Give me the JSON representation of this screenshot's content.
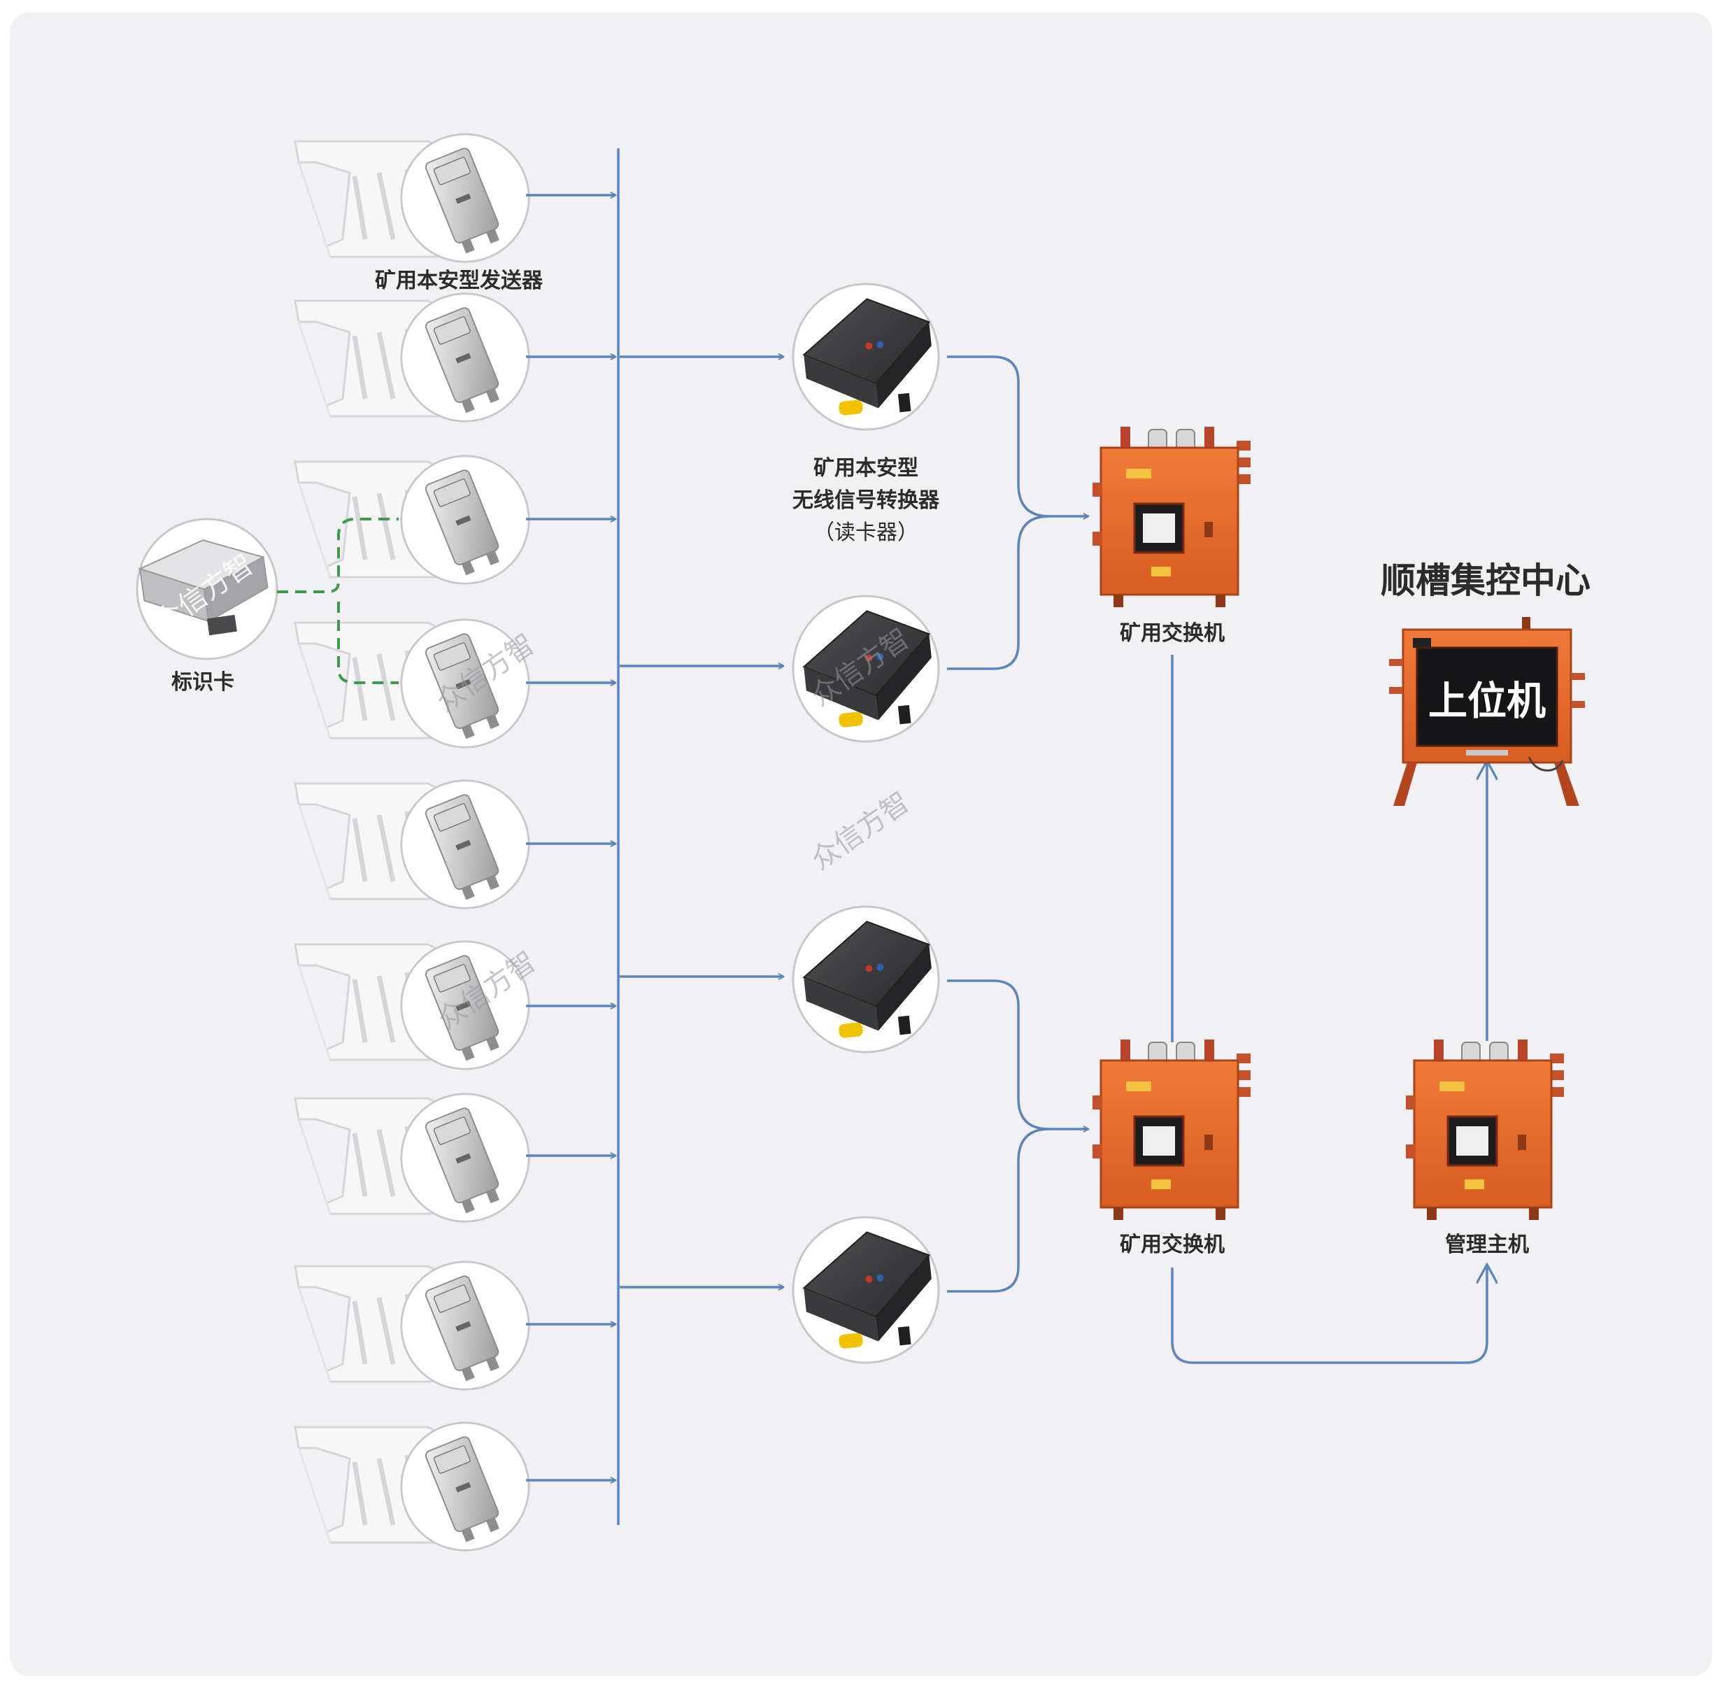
{
  "labels": {
    "transmitter": "矿用本安型发送器",
    "converter_line1": "矿用本安型",
    "converter_line2": "无线信号转换器",
    "converter_line3": "（读卡器）",
    "id_card": "标识卡",
    "switch_top": "矿用交换机",
    "switch_bottom": "矿用交换机",
    "management_host": "管理主机",
    "control_center": "顺槽集控中心",
    "upper_computer": "上位机"
  },
  "watermark": "众信方智",
  "colors": {
    "connector_line": "#5b86bd",
    "wireless_link": "#3f9a4a",
    "explosion_proof_box": "#e06a2e",
    "converter_box": "#3a3a3c",
    "panel_background": "#f1f1f4"
  },
  "transmitter_count": 9,
  "converter_count": 4
}
